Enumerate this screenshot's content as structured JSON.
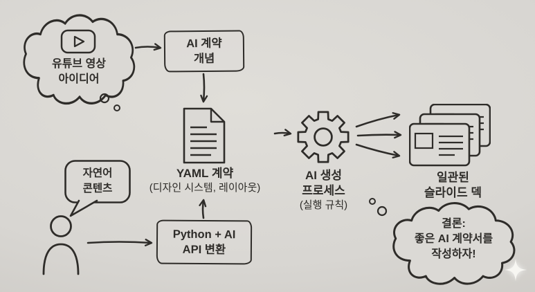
{
  "palette": {
    "bg": "#d8d6d2",
    "ink": "#2e2c29",
    "paper_fill": "#dbd9d5",
    "sparkle": "#f7f6f2"
  },
  "icons": [
    "youtube-play-icon",
    "document-icon",
    "gear-icon",
    "slide-stack-icon",
    "person-icon",
    "sparkle-icon"
  ],
  "idea_cloud": {
    "lines": [
      "유튜브 영상",
      "아이디어"
    ]
  },
  "concept_box": {
    "lines": [
      "AI 계약",
      "개념"
    ]
  },
  "yaml": {
    "title": "YAML 계약",
    "subtitle": "(디자인 시스템, 레이아웃)"
  },
  "process": {
    "lines": [
      "AI 생성",
      "프로세스",
      "(실행 규칙)"
    ]
  },
  "deck": {
    "lines": [
      "일관된",
      "슬라이드 덱"
    ]
  },
  "speech": {
    "lines": [
      "자연어",
      "콘텐츠"
    ]
  },
  "python_box": {
    "lines": [
      "Python + AI",
      "API 변환"
    ]
  },
  "conclusion_cloud": {
    "lines": [
      "결론:",
      "좋은 AI 계약서를",
      "작성하자!"
    ]
  }
}
